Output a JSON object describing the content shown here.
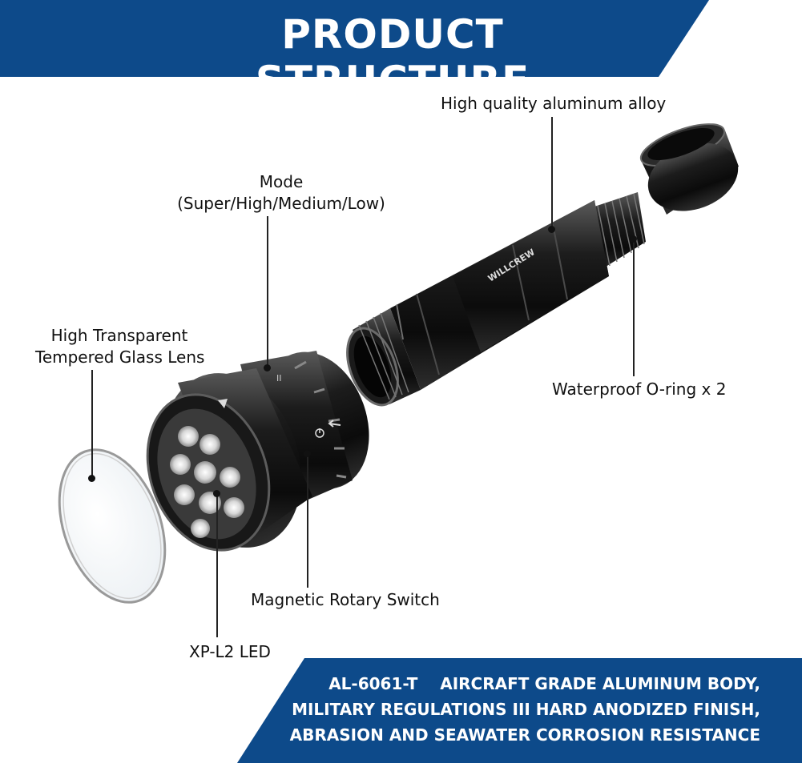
{
  "banner": {
    "title": "PRODUCT STRUCTURE"
  },
  "callouts": {
    "alloy": "High quality aluminum alloy",
    "mode_line1": "Mode",
    "mode_line2": "(Super/High/Medium/Low)",
    "lens_line1": "High Transparent",
    "lens_line2": "Tempered Glass Lens",
    "oring": "Waterproof O-ring x 2",
    "switch": "Magnetic Rotary Switch",
    "led": "XP-L2 LED"
  },
  "product": {
    "brand_mark": "WILLCREW"
  },
  "footer": {
    "line1": "AL-6061-T    AIRCRAFT GRADE ALUMINUM BODY,",
    "line2": "MILITARY REGULATIONS III HARD ANODIZED FINISH,",
    "line3": "ABRASION AND SEAWATER CORROSION RESISTANCE"
  },
  "colors": {
    "brand_blue": "#0d4a8a",
    "metal": "#1a1a1a"
  },
  "icons": [
    "power-icon",
    "arrow-left-icon",
    "warning-icon"
  ]
}
